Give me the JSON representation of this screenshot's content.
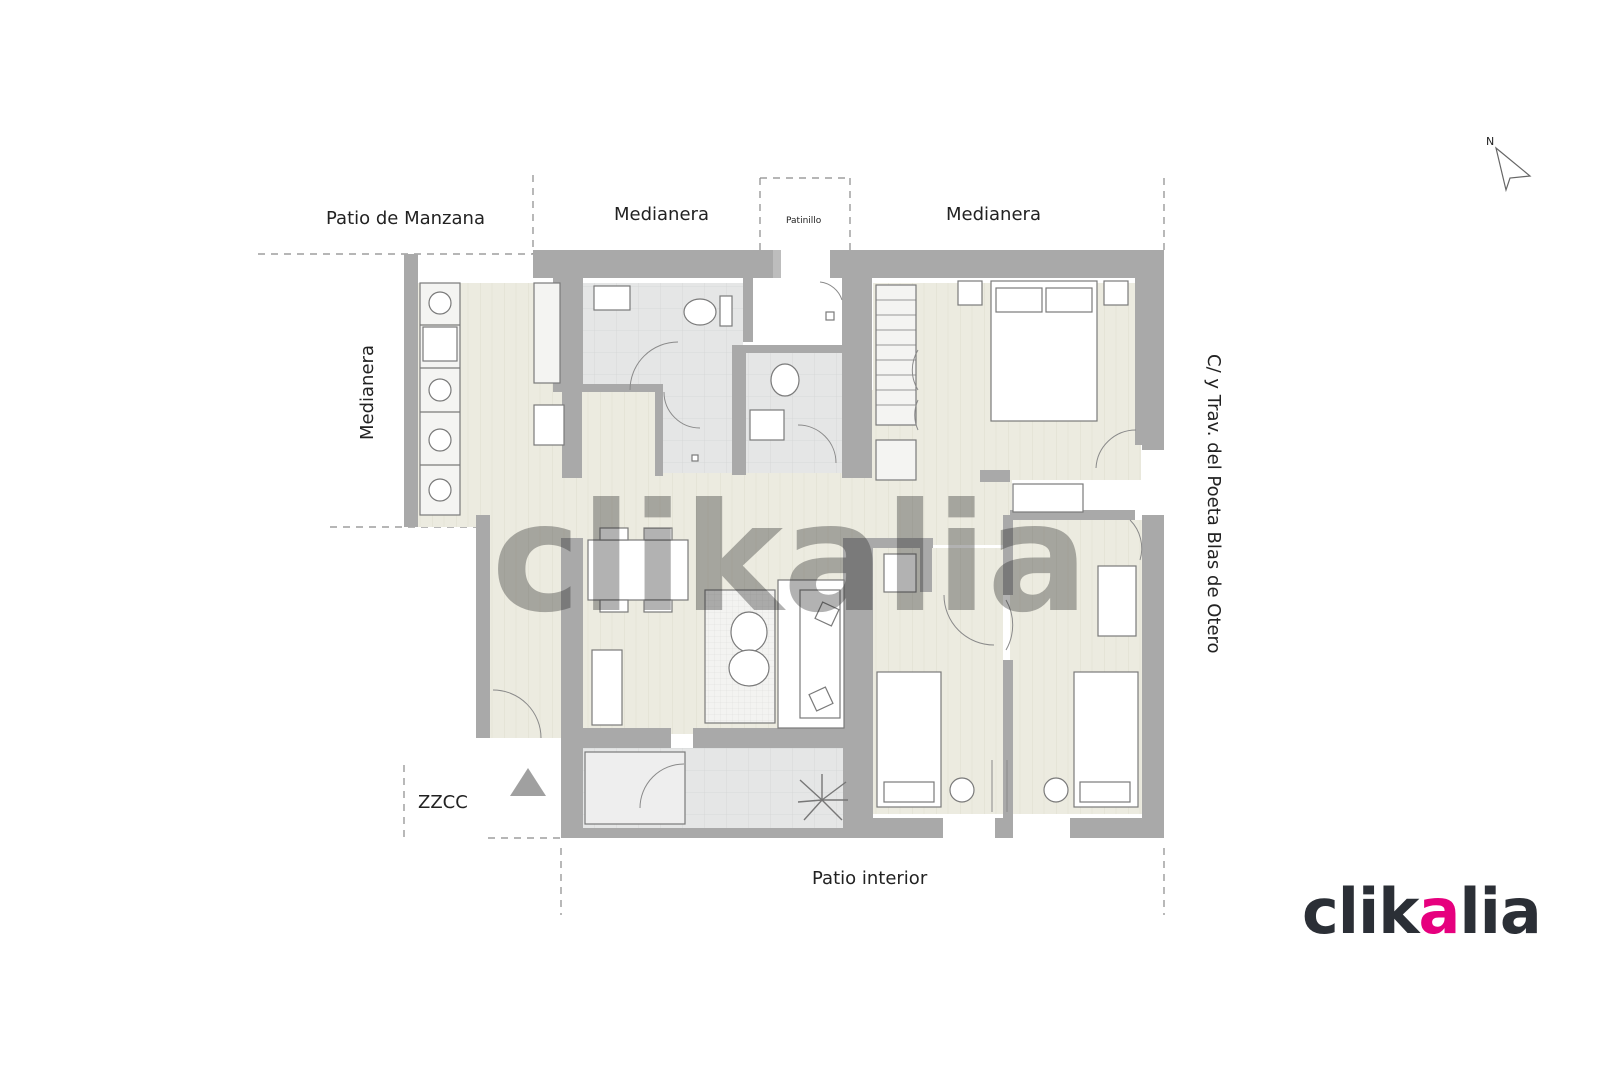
{
  "labels": {
    "patio_manzana": "Patio de Manzana",
    "medianera_left": "Medianera",
    "medianera_top_center": "Medianera",
    "medianera_top_right": "Medianera",
    "patinillo": "Patinillo",
    "street": "C/ y Trav. del Poeta Blas de Otero",
    "zzcc": "ZZCC",
    "patio_interior": "Patio interior",
    "north": "N",
    "watermark": "clikalia"
  },
  "brand": {
    "logo_text": "clikalia",
    "text_color": "#2b2f36",
    "accent_color": "#e6007e"
  },
  "colors": {
    "wall": "#a9a9a9",
    "floor_wood": "#ecebe0",
    "floor_tile": "#e3e4e4",
    "furniture_stroke": "#7a7a7a",
    "dim_line": "#8a8a8a"
  }
}
